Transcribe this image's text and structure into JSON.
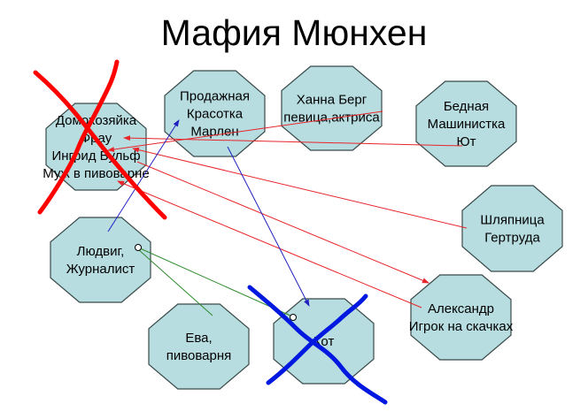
{
  "title": "Мафия Мюнхен",
  "nodes": [
    {
      "id": "housewife",
      "lines": [
        "Домохозяйка",
        "Фрау",
        "Ингрид Вульф",
        "Муж в пивоварне"
      ],
      "crossed": "red"
    },
    {
      "id": "marlen",
      "lines": [
        "Продажная",
        "Красотка",
        "Марлен"
      ]
    },
    {
      "id": "hanna",
      "lines": [
        "Ханна Берг",
        "певица,актриса"
      ]
    },
    {
      "id": "jut",
      "lines": [
        "Бедная",
        "Машинистка",
        "Ют"
      ]
    },
    {
      "id": "gertrud",
      "lines": [
        "Шляпница",
        "Гертруда"
      ]
    },
    {
      "id": "ludwig",
      "lines": [
        "Людвиг,",
        "Журналист"
      ]
    },
    {
      "id": "eva",
      "lines": [
        "Ева,",
        "пивоварня"
      ]
    },
    {
      "id": "kot",
      "lines": [
        "Кот"
      ],
      "crossed": "blue"
    },
    {
      "id": "alexander",
      "lines": [
        "Александр",
        "Игрок на скачках"
      ]
    }
  ],
  "colors": {
    "node_fill": "#b7dde0",
    "red": "#e8252a",
    "blue": "#2020c0",
    "green": "#2e8b2e",
    "cross_red": "#ff0000",
    "cross_blue": "#0018e0"
  }
}
